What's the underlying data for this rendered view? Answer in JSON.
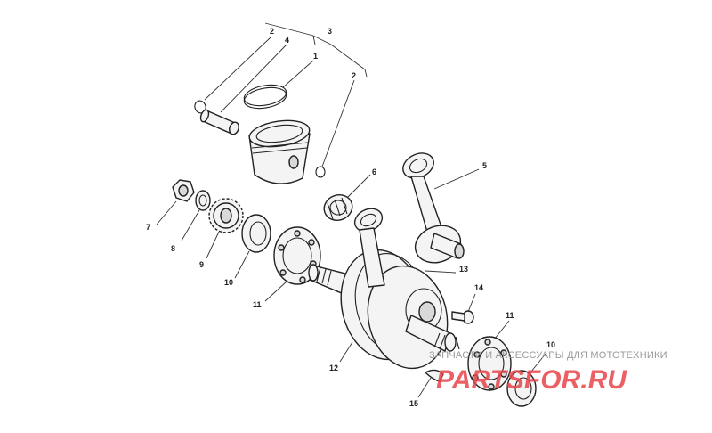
{
  "callouts": {
    "c1": "1",
    "c2a": "2",
    "c2b": "2",
    "c3": "3",
    "c4": "4",
    "c5": "5",
    "c6": "6",
    "c7": "7",
    "c8": "8",
    "c9": "9",
    "c10a": "10",
    "c10b": "10",
    "c11a": "11",
    "c11b": "11",
    "c12": "12",
    "c13": "13",
    "c14": "14",
    "c15": "15"
  },
  "watermark": {
    "caption": "ЗАПЧАСТИ И АКСЕССУАРЫ ДЛЯ МОТОТЕХНИКИ",
    "logo": "PARTSFOR.RU",
    "color": "#e8454a"
  }
}
